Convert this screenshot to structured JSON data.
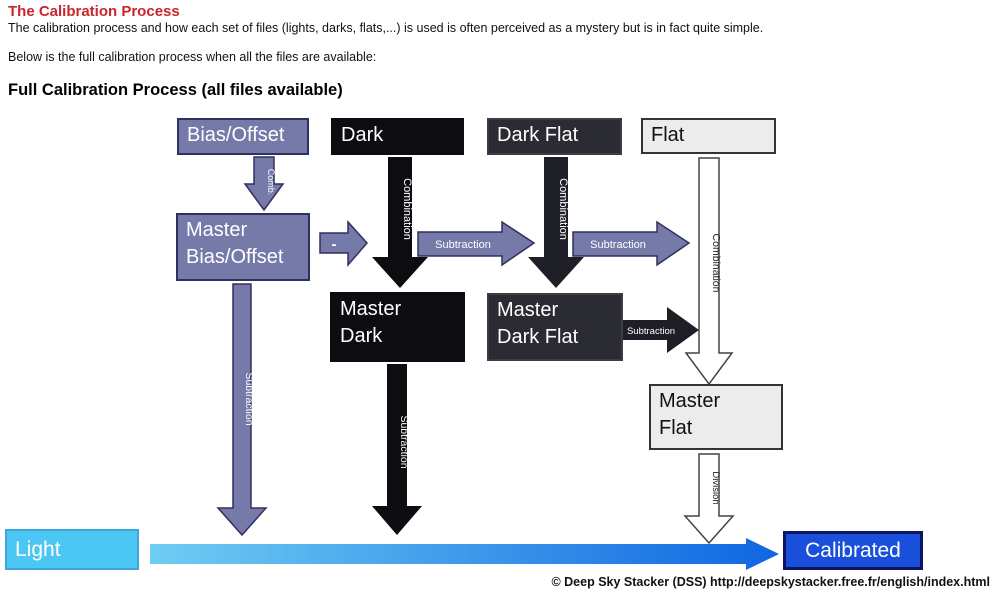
{
  "page": {
    "title": "The Calibration Process",
    "intro": "The calibration process and how each set of files (lights, darks, flats,...)  is used is often perceived as a mystery but is in fact quite simple.",
    "subtitle": "Below is the full calibration process when all the files are available:",
    "heading": "Full Calibration Process (all files available)",
    "copyright": "© Deep Sky Stacker (DSS) http://deepskystacker.free.fr/english/index.html"
  },
  "diagram": {
    "boxes": {
      "bias_offset": "Bias/Offset",
      "dark": "Dark",
      "dark_flat": "Dark Flat",
      "flat": "Flat",
      "master_bias_offset": "Master\nBias/Offset",
      "master_dark": "Master\nDark",
      "master_dark_flat": "Master\nDark Flat",
      "master_flat": "Master\nFlat",
      "light": "Light",
      "calibrated": "Calibrated"
    },
    "arrow_labels": {
      "comb": "Comb.",
      "minus": "-",
      "combination": "Combination",
      "subtraction": "Subtraction",
      "division": "Division"
    },
    "colors": {
      "title_red": "#c9252b",
      "purple": "#757aa8",
      "purple_border": "#30305e",
      "black": "#0d0d11",
      "dark_gray": "#2b2b33",
      "light_gray": "#ececec",
      "white_arrow_outline": "#444444",
      "light_blue": "#4cc6f2",
      "calibrated_blue": "#1a4fdb",
      "calibrated_border": "#0c1560",
      "gradient_start": "#6fcdf3",
      "gradient_end": "#0f66e2"
    }
  }
}
